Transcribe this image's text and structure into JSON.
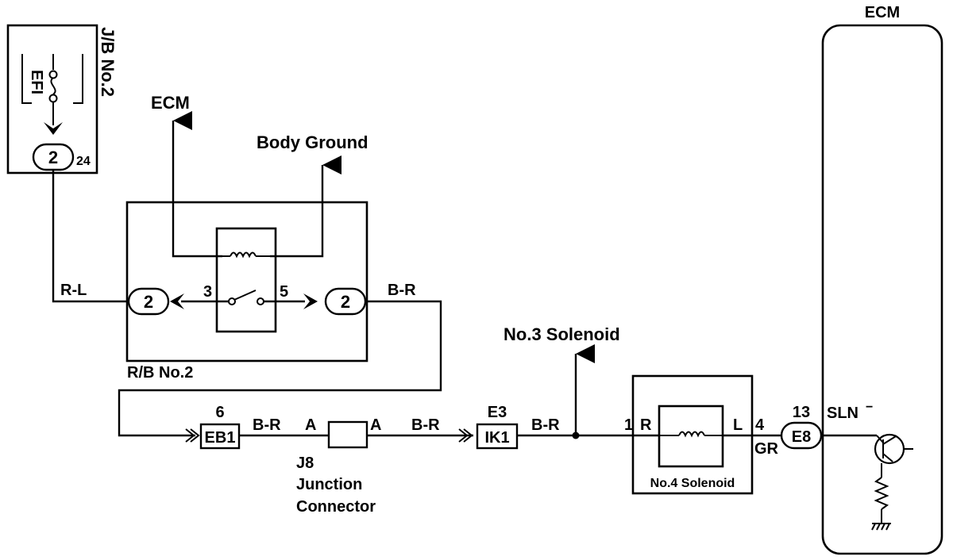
{
  "labels": {
    "jb": "J/B No.2",
    "efi": "EFI",
    "conn_2_top": "2",
    "pin_24": "24",
    "ecm_arrow": "ECM",
    "body_ground": "Body Ground",
    "rl": "R-L",
    "conn_2_left": "2",
    "pin_3": "3",
    "pin_5": "5",
    "conn_2_right": "2",
    "br_top": "B-R",
    "rb": "R/B No.2",
    "no3": "No.3 Solenoid",
    "pin_6": "6",
    "eb1": "EB1",
    "br_1": "B-R",
    "a_left": "A",
    "a_right": "A",
    "br_2": "B-R",
    "e3": "E3",
    "ik1": "IK1",
    "br_3": "B-R",
    "j8_1": "J8",
    "j8_2": "Junction",
    "j8_3": "Connector",
    "pin_1": "1",
    "r": "R",
    "l": "L",
    "pin_4": "4",
    "gr": "GR",
    "no4": "No.4 Solenoid",
    "pin_13": "13",
    "e8": "E8",
    "sln": "SLN",
    "sln_sup": "−",
    "ecm_box": "ECM"
  }
}
